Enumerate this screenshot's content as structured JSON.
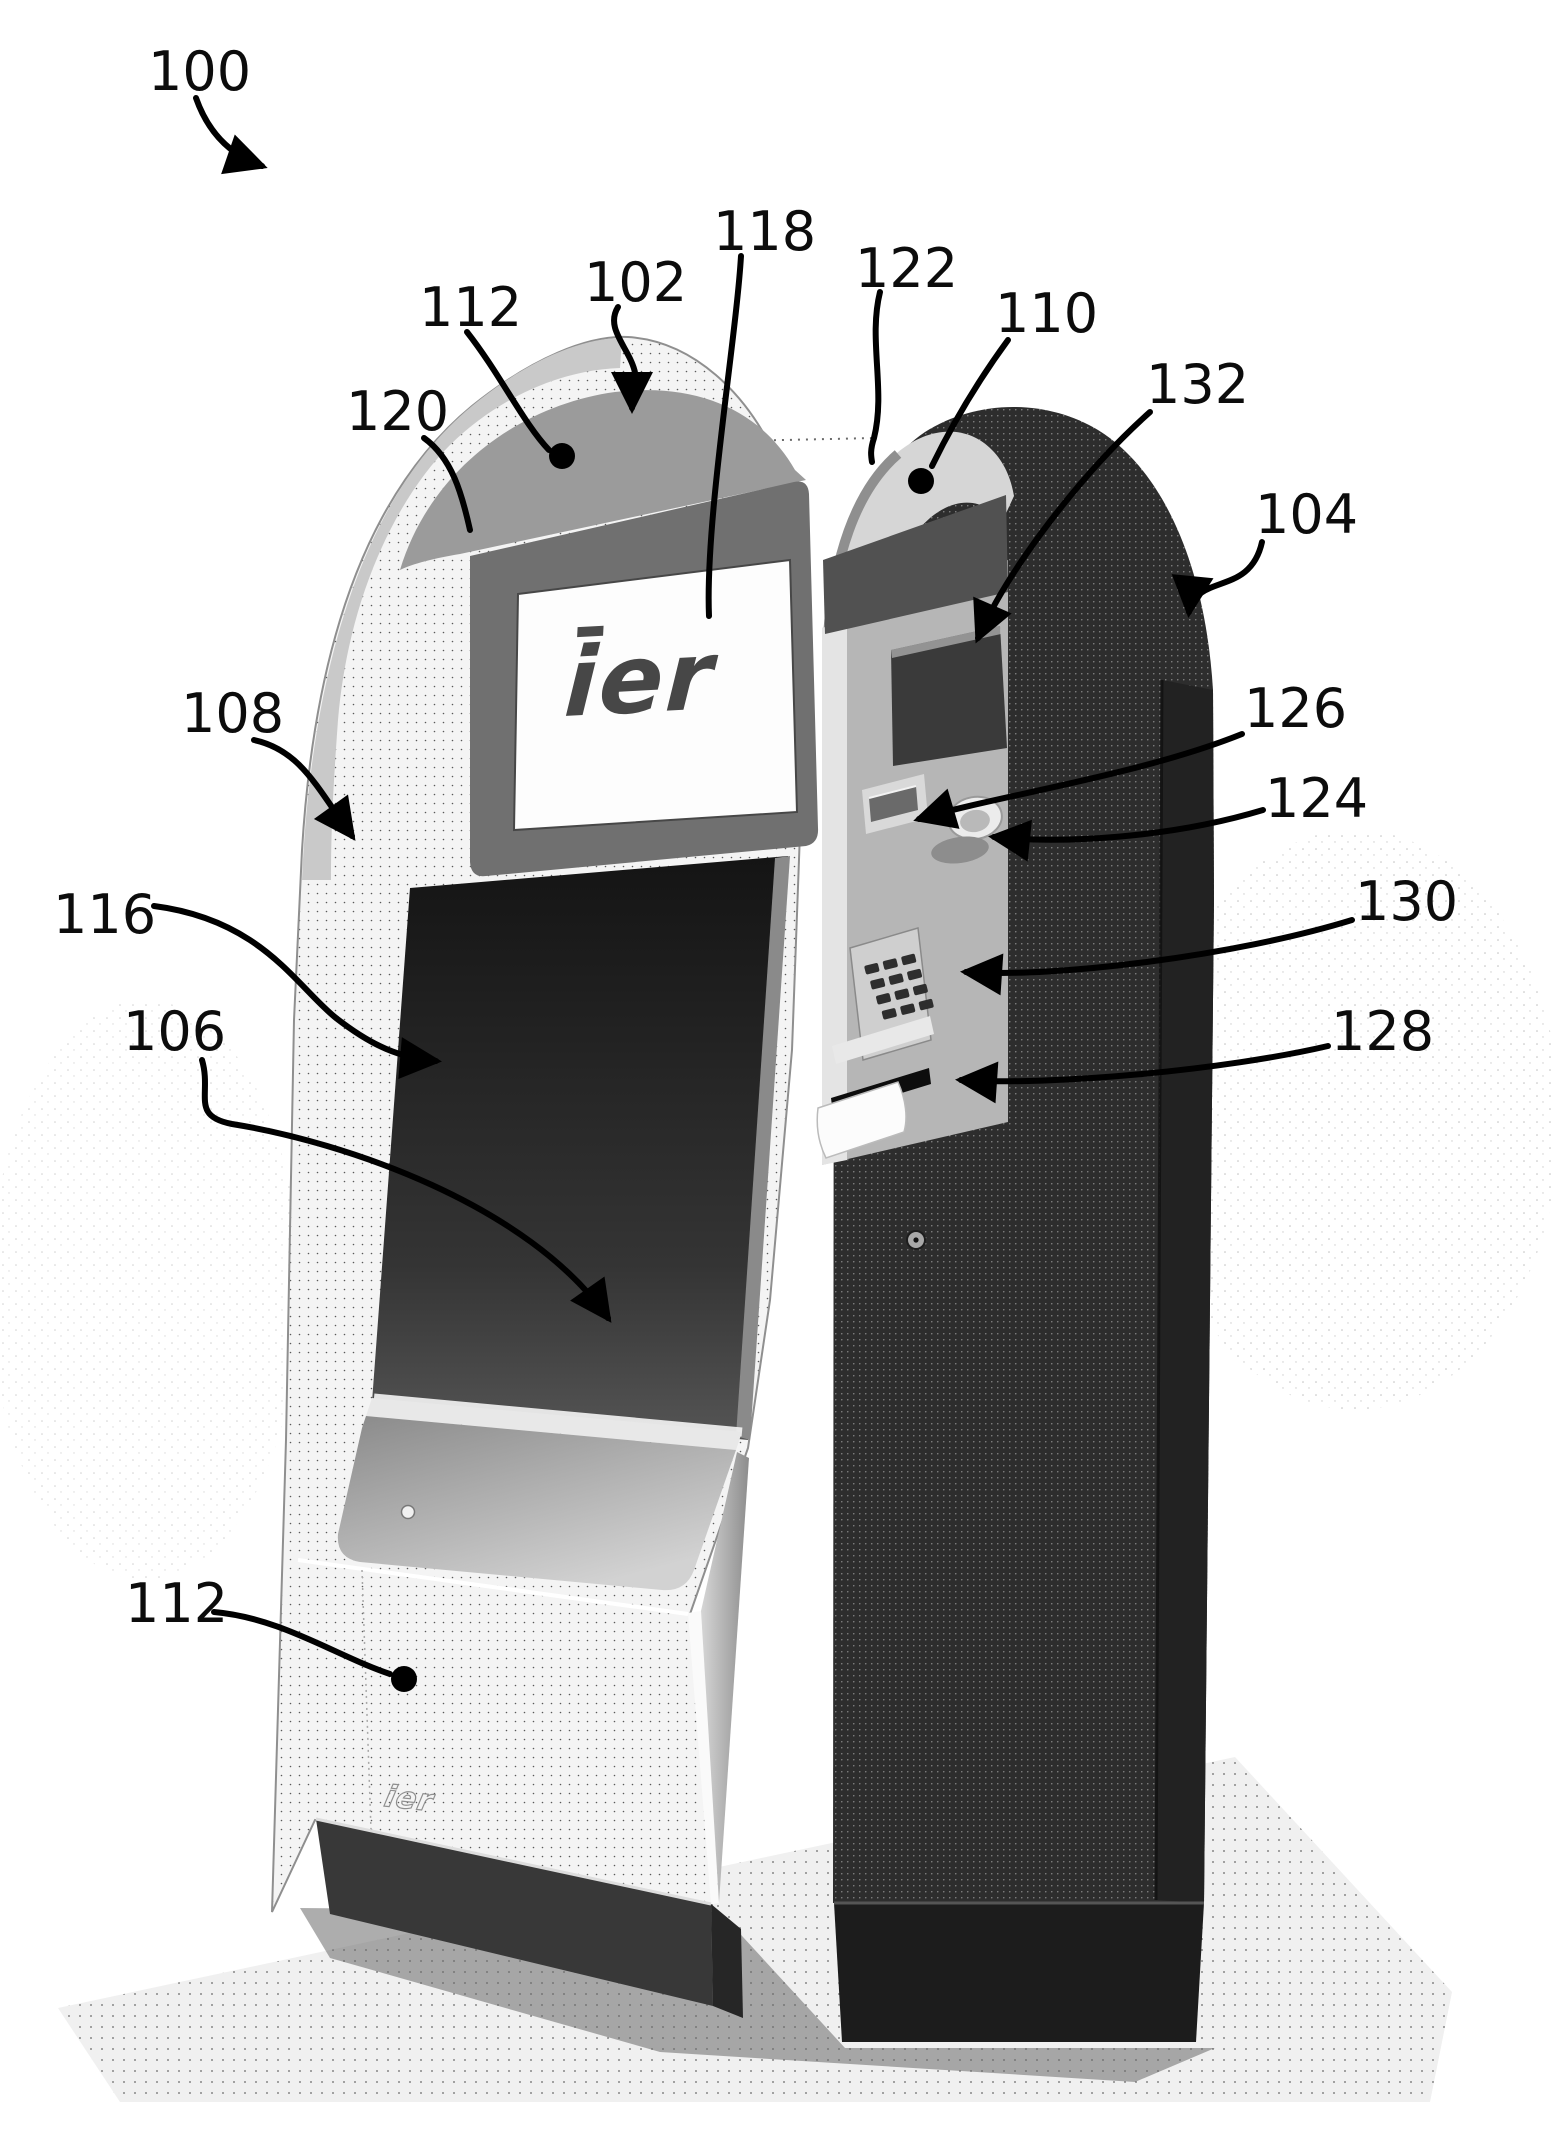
{
  "figure": {
    "kind": "patent-drawing-kiosk-perspective",
    "screen_logo": "ier",
    "base_logo": "ier"
  },
  "labels": [
    {
      "text": "100"
    },
    {
      "text": "112"
    },
    {
      "text": "102"
    },
    {
      "text": "118"
    },
    {
      "text": "122"
    },
    {
      "text": "110"
    },
    {
      "text": "132"
    },
    {
      "text": "104"
    },
    {
      "text": "120"
    },
    {
      "text": "108"
    },
    {
      "text": "126"
    },
    {
      "text": "124"
    },
    {
      "text": "116"
    },
    {
      "text": "130"
    },
    {
      "text": "106"
    },
    {
      "text": "128"
    },
    {
      "text": "112"
    }
  ],
  "colors": {
    "ink": "#000000",
    "front_kiosk_light": "#f4f4f4",
    "rear_kiosk_dark": "#2d2d2d",
    "bezel_gray": "#707070",
    "screen_white": "#fdfdfd"
  }
}
